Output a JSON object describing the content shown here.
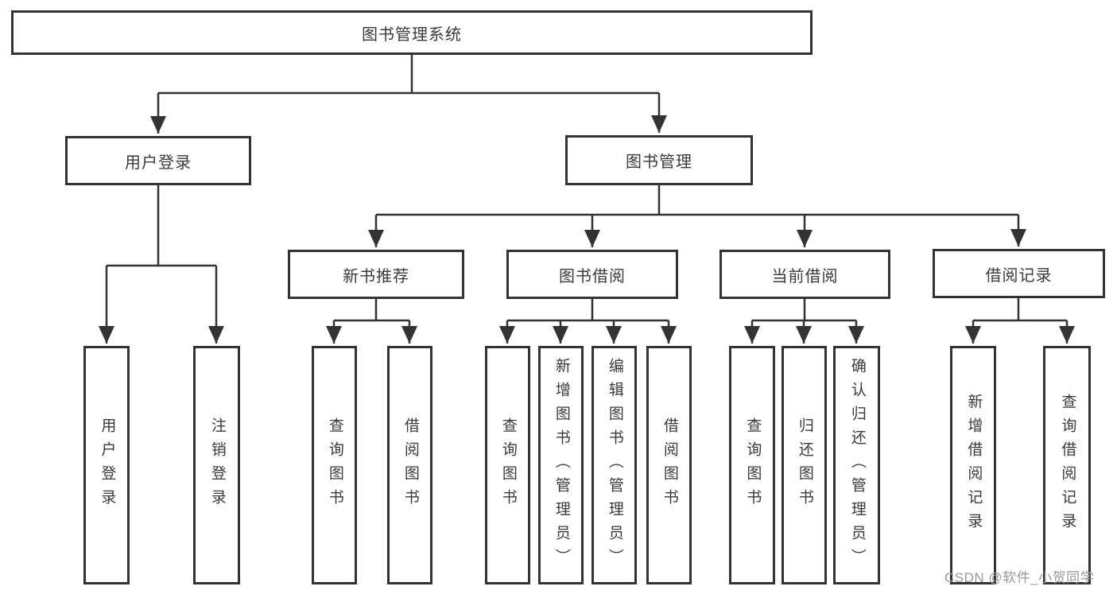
{
  "tree": {
    "label": "图书管理系统",
    "children": [
      {
        "label": "用户登录",
        "children": [
          {
            "label": "用户登录"
          },
          {
            "label": "注销登录"
          }
        ]
      },
      {
        "label": "图书管理",
        "children": [
          {
            "label": "新书推荐",
            "children": [
              {
                "label": "查询图书"
              },
              {
                "label": "借阅图书"
              }
            ]
          },
          {
            "label": "图书借阅",
            "children": [
              {
                "label": "查询图书"
              },
              {
                "label": "新增图书（管理员）"
              },
              {
                "label": "编辑图书（管理员）"
              },
              {
                "label": "借阅图书"
              }
            ]
          },
          {
            "label": "当前借阅",
            "children": [
              {
                "label": "查询图书"
              },
              {
                "label": "归还图书"
              },
              {
                "label": "确认归还（管理员）"
              }
            ]
          },
          {
            "label": "借阅记录",
            "children": [
              {
                "label": "新增借阅记录"
              },
              {
                "label": "查询借阅记录"
              }
            ]
          }
        ]
      }
    ]
  },
  "watermark": "CSDN @软件_小贺同学",
  "colors": {
    "line": "#333333",
    "box_border": "#333333",
    "text": "#3a3a3a",
    "watermark": "#999999",
    "background": "#ffffff"
  }
}
